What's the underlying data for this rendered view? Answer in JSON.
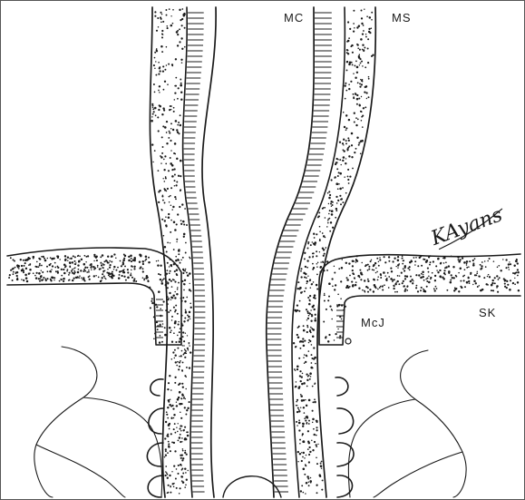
{
  "labels": {
    "mc": "MC",
    "ms": "MS",
    "mcj": "McJ",
    "sk": "SK"
  },
  "signature": "KAyans",
  "colors": {
    "ink": "#1a1a1a",
    "background": "#ffffff"
  }
}
